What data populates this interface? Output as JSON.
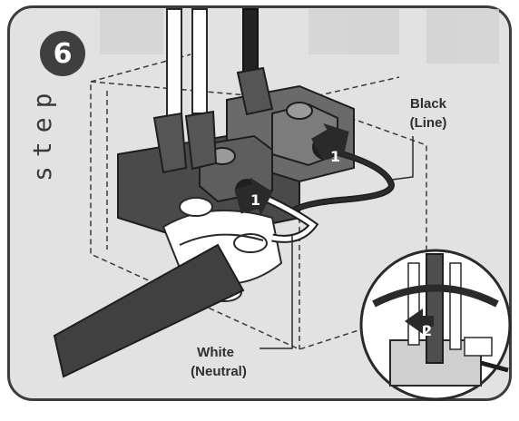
{
  "step": {
    "number": "6",
    "word": "step"
  },
  "labels": {
    "black_title": "Black",
    "black_subtitle": "(Line)",
    "white_title": "White",
    "white_subtitle": "(Neutral)"
  },
  "callouts": {
    "arrow_1": "1",
    "arrow_2": "2"
  },
  "colors": {
    "background": "#e2e2e2",
    "frame": "#3d3d3d",
    "wire_black": "#1f1f1f",
    "wire_white": "#ffffff",
    "block": "#5a5a5a"
  }
}
